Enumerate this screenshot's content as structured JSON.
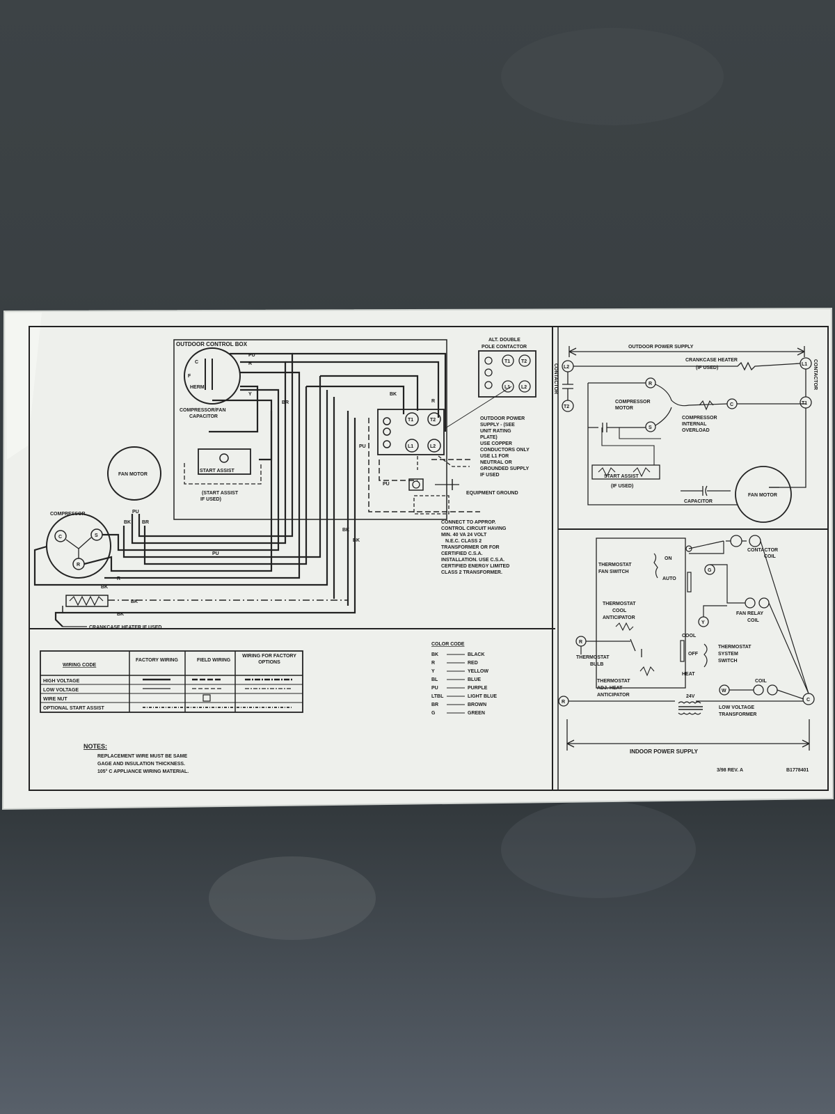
{
  "left": {
    "outdoor_control_box": "OUTDOOR CONTROL BOX",
    "alt_contactor": [
      "ALT. DOUBLE",
      "POLE CONTACTOR"
    ],
    "cap_terminals": {
      "c": "C",
      "f": "F",
      "herm": "HERM"
    },
    "capacitor_label": [
      "COMPRESSOR/FAN",
      "CAPACITOR"
    ],
    "start_assist": "START ASSIST",
    "start_assist_note": [
      "(START ASSIST",
      "IF USED)"
    ],
    "fan_motor": "FAN MOTOR",
    "compressor": "COMPRESSOR",
    "comp_terminals": {
      "c": "C",
      "s": "S",
      "r": "R"
    },
    "crankcase": "CRANKCASE HEATER IF USED",
    "wire_labels": {
      "pu": "PU",
      "r": "R",
      "y": "Y",
      "bk": "BK",
      "br": "BR"
    },
    "terminals": {
      "t1": "T1",
      "t2": "T2",
      "l1": "L1",
      "l2": "L2"
    },
    "outdoor_power_supply": [
      "OUTDOOR POWER",
      "SUPPLY - (SEE",
      "UNIT RATING",
      "PLATE)",
      "USE COPPER",
      "CONDUCTORS ONLY",
      "USE L1 FOR",
      "NEUTRAL OR",
      "GROUNDED SUPPLY",
      "IF USED"
    ],
    "equipment_ground": "EQUIPMENT GROUND",
    "connect_note": [
      "CONNECT TO APPROP.",
      "CONTROL CIRCUIT HAVING",
      "MIN. 40 VA    24 VOLT",
      "N.E.C. CLASS 2",
      "TRANSFORMER OR FOR",
      "CERTIFIED C.S.A.",
      "INSTALLATION.  USE C.S.A.",
      "CERTIFIED ENERGY LIMITED",
      "CLASS 2 TRANSFORMER."
    ]
  },
  "wiring_table": {
    "headers": [
      "WIRING CODE",
      "FACTORY WIRING",
      "FIELD WIRING",
      "WIRING FOR FACTORY OPTIONS"
    ],
    "rows": [
      "HIGH VOLTAGE",
      "LOW VOLTAGE",
      "WIRE NUT",
      "OPTIONAL START ASSIST"
    ]
  },
  "color_code": {
    "title": "COLOR CODE",
    "items": [
      {
        "code": "BK",
        "name": "BLACK"
      },
      {
        "code": "R",
        "name": "RED"
      },
      {
        "code": "Y",
        "name": "YELLOW"
      },
      {
        "code": "BL",
        "name": "BLUE"
      },
      {
        "code": "PU",
        "name": "PURPLE"
      },
      {
        "code": "LTBL",
        "name": "LIGHT BLUE"
      },
      {
        "code": "BR",
        "name": "BROWN"
      },
      {
        "code": "G",
        "name": "GREEN"
      }
    ]
  },
  "notes": {
    "title": "NOTES:",
    "lines": [
      "REPLACEMENT WIRE MUST BE SAME",
      "GAGE AND INSULATION THICKNESS.",
      "105° C APPLIANCE WIRING MATERIAL."
    ]
  },
  "right_top": {
    "outdoor_power_supply": "OUTDOOR POWER SUPPLY",
    "crankcase_heater": [
      "CRANKCASE HEATER",
      "(IF USED)"
    ],
    "contactor_vertical": "CONTACTOR",
    "compressor_motor": [
      "COMPRESSOR",
      "MOTOR"
    ],
    "internal_overload": [
      "COMPRESSOR",
      "INTERNAL",
      "OVERLOAD"
    ],
    "start_assist": [
      "START ASSIST",
      "(IF USED)"
    ],
    "capacitor": "CAPACITOR",
    "fan_motor": "FAN MOTOR",
    "nodes": {
      "r": "R",
      "c": "C",
      "s": "S",
      "l1": "L1",
      "l2": "L2",
      "t1": "T1",
      "t2": "T2"
    }
  },
  "right_bottom": {
    "fan_switch": [
      "THERMOSTAT",
      "FAN SWITCH"
    ],
    "on": "ON",
    "auto": "AUTO",
    "cool_anticipator": [
      "THERMOSTAT",
      "COOL",
      "ANTICIPATOR"
    ],
    "bulb": [
      "THERMOSTAT",
      "BULB"
    ],
    "heat_anticipator": [
      "THERMOSTAT",
      "ADJ. HEAT",
      "ANTICIPATOR"
    ],
    "cool": "COOL",
    "off": "OFF",
    "heat": "HEAT",
    "system_switch": [
      "THERMOSTAT",
      "SYSTEM",
      "SWITCH"
    ],
    "contactor_coil": [
      "CONTACTOR",
      "COIL"
    ],
    "fan_relay_coil": [
      "FAN RELAY",
      "COIL"
    ],
    "coil": "COIL",
    "v24": "24V",
    "transformer": [
      "LOW VOLTAGE",
      "TRANSFORMER"
    ],
    "indoor_power_supply": "INDOOR POWER SUPPLY",
    "nodes": {
      "g": "G",
      "y": "Y",
      "w": "W",
      "r": "R",
      "c": "C"
    }
  },
  "footer": {
    "rev": "3/98   REV. A",
    "part": "B1778401"
  }
}
